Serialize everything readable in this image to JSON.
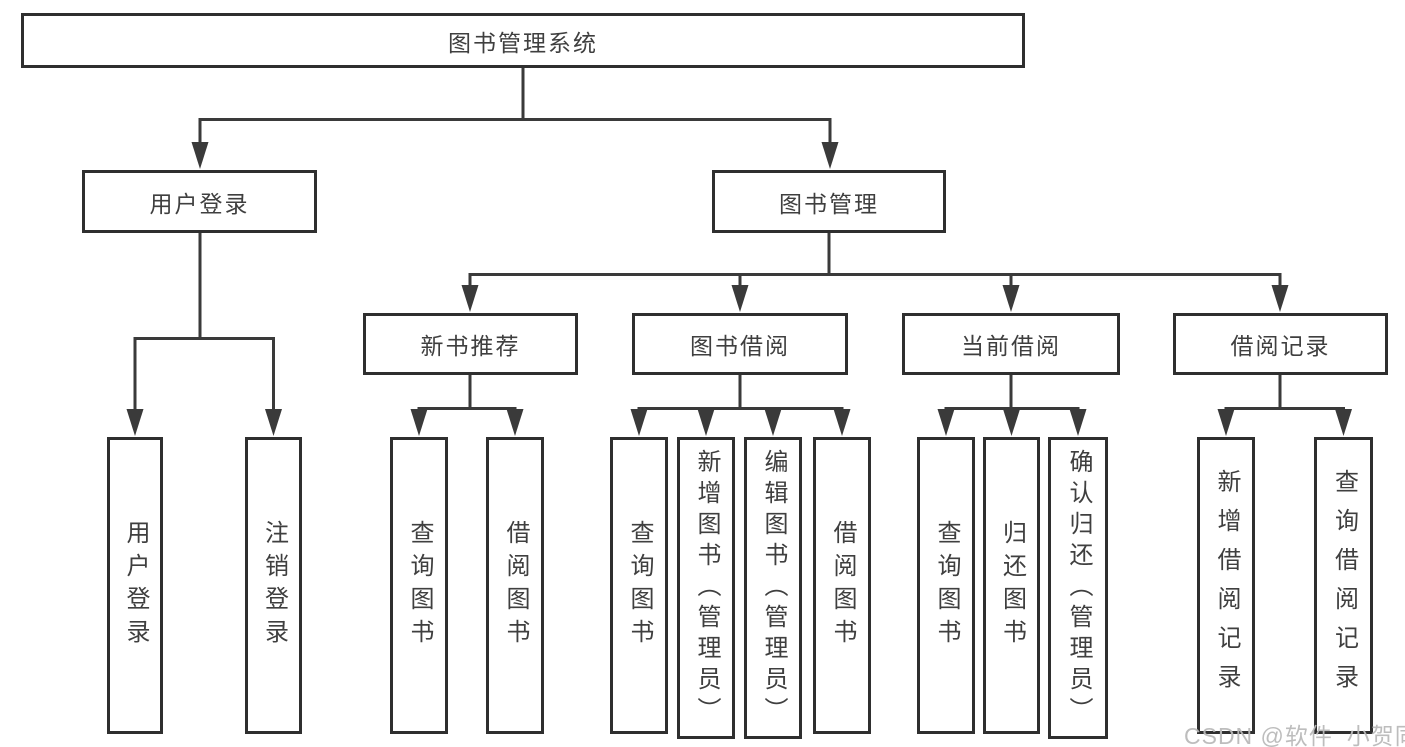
{
  "diagram": {
    "title_node": "图书管理系统",
    "level2": [
      "用户登录",
      "图书管理"
    ],
    "level3": [
      "新书推荐",
      "图书借阅",
      "当前借阅",
      "借阅记录"
    ],
    "leaves": {
      "user_login": [
        "用户登录",
        "注销登录"
      ],
      "new_book_recommendation": [
        "查询图书",
        "借阅图书"
      ],
      "book_borrowing": [
        "查询图书",
        "新增图书（管理员）",
        "编辑图书（管理员）",
        "借阅图书"
      ],
      "current_borrowing": [
        "查询图书",
        "归还图书",
        "确认归还（管理员）"
      ],
      "borrowing_records": [
        "新增借阅记录",
        "查询借阅记录"
      ]
    },
    "colors": {
      "line": "#3a3a3a",
      "border": "#2f2f2f",
      "text": "#3f3f3f",
      "background": "#ffffff",
      "watermark": "#b9b9b9"
    }
  },
  "watermark": {
    "text": "CSDN @软件_小贺同学"
  }
}
